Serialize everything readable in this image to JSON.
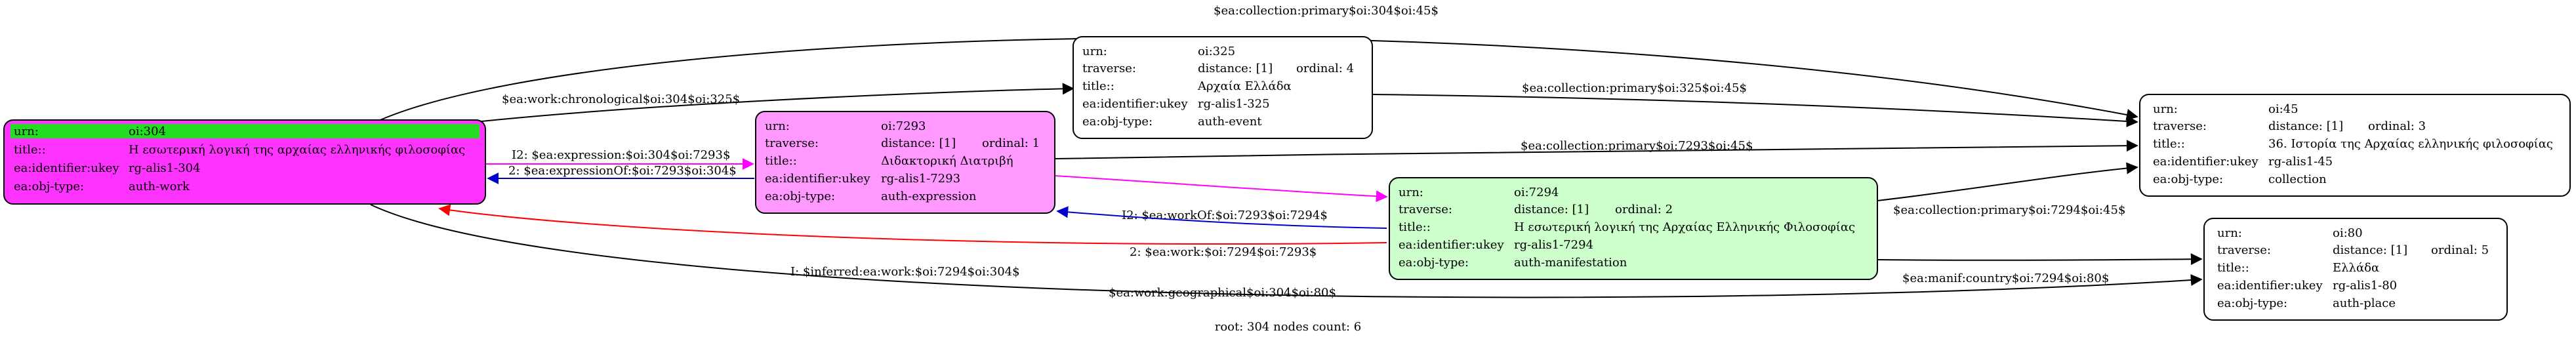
{
  "colors": {
    "root_fill": "#ff33ff",
    "root_header": "#22dd22",
    "expression_fill": "#ff99ff",
    "manifestation_fill": "#ccffcc",
    "plain_fill": "#ffffff",
    "edge_black": "#000000",
    "edge_magenta": "#ff00ff",
    "edge_blue": "#0000cc",
    "edge_red": "#ff0000"
  },
  "nodes": [
    {
      "id": "n304",
      "name": "node-oi-304",
      "rows": [
        [
          "urn:",
          "oi:304",
          ""
        ],
        [
          "title::",
          "Η εσωτερική λογική της αρχαίας ελληνικής φιλοσοφίας",
          ""
        ],
        [
          "ea:identifier:ukey",
          "rg-alis1-304",
          ""
        ],
        [
          "ea:obj-type:",
          "auth-work",
          ""
        ]
      ]
    },
    {
      "id": "n7293",
      "name": "node-oi-7293",
      "rows": [
        [
          "urn:",
          "oi:7293",
          ""
        ],
        [
          "traverse:",
          "distance: [1]",
          "ordinal: 1"
        ],
        [
          "title::",
          "Διδακτορική Διατριβή",
          ""
        ],
        [
          "ea:identifier:ukey",
          "rg-alis1-7293",
          ""
        ],
        [
          "ea:obj-type:",
          "auth-expression",
          ""
        ]
      ]
    },
    {
      "id": "n325",
      "name": "node-oi-325",
      "rows": [
        [
          "urn:",
          "oi:325",
          ""
        ],
        [
          "traverse:",
          "distance: [1]",
          "ordinal: 4"
        ],
        [
          "title::",
          "Αρχαία Ελλάδα",
          ""
        ],
        [
          "ea:identifier:ukey",
          "rg-alis1-325",
          ""
        ],
        [
          "ea:obj-type:",
          "auth-event",
          ""
        ]
      ]
    },
    {
      "id": "n7294",
      "name": "node-oi-7294",
      "rows": [
        [
          "urn:",
          "oi:7294",
          ""
        ],
        [
          "traverse:",
          "distance: [1]",
          "ordinal: 2"
        ],
        [
          "title::",
          "Η εσωτερική λογική της Αρχαίας Ελληνικής Φιλοσοφίας",
          ""
        ],
        [
          "ea:identifier:ukey",
          "rg-alis1-7294",
          ""
        ],
        [
          "ea:obj-type:",
          "auth-manifestation",
          ""
        ]
      ]
    },
    {
      "id": "n45",
      "name": "node-oi-45",
      "rows": [
        [
          "urn:",
          "oi:45",
          ""
        ],
        [
          "traverse:",
          "distance: [1]",
          "ordinal: 3"
        ],
        [
          "title::",
          "36. Ιστορία της Αρχαίας ελληνικής φιλοσοφίας",
          ""
        ],
        [
          "ea:identifier:ukey",
          "rg-alis1-45",
          ""
        ],
        [
          "ea:obj-type:",
          "collection",
          ""
        ]
      ]
    },
    {
      "id": "n80",
      "name": "node-oi-80",
      "rows": [
        [
          "urn:",
          "oi:80",
          ""
        ],
        [
          "traverse:",
          "distance: [1]",
          "ordinal: 5"
        ],
        [
          "title::",
          "Ελλάδα",
          ""
        ],
        [
          "ea:identifier:ukey",
          "rg-alis1-80",
          ""
        ],
        [
          "ea:obj-type:",
          "auth-place",
          ""
        ]
      ]
    }
  ],
  "edges": [
    {
      "id": "e1",
      "label": "$ea:collection:primary$oi:304$oi:45$",
      "color": "edge_black"
    },
    {
      "id": "e2",
      "label": "$ea:work:chronological$oi:304$oi:325$",
      "color": "edge_black"
    },
    {
      "id": "e3",
      "label": "I2: $ea:expression:$oi:304$oi:7293$",
      "color": "edge_magenta"
    },
    {
      "id": "e4",
      "label": "2: $ea:expressionOf:$oi:7293$oi:304$",
      "color": "edge_blue"
    },
    {
      "id": "e5",
      "label": "$ea:collection:primary$oi:325$oi:45$",
      "color": "edge_black"
    },
    {
      "id": "e6",
      "label": "$ea:collection:primary$oi:7293$oi:45$",
      "color": "edge_black"
    },
    {
      "id": "e7",
      "label": "I2: $ea:workOf:$oi:7293$oi:7294$",
      "color": "edge_magenta"
    },
    {
      "id": "e8",
      "label": "2: $ea:work:$oi:7294$oi:7293$",
      "color": "edge_blue"
    },
    {
      "id": "e9",
      "label": "I: $inferred:ea:work:$oi:7294$oi:304$",
      "color": "edge_red"
    },
    {
      "id": "e10",
      "label": "$ea:collection:primary$oi:7294$oi:45$",
      "color": "edge_black"
    },
    {
      "id": "e11",
      "label": "$ea:manif:country$oi:7294$oi:80$",
      "color": "edge_black"
    },
    {
      "id": "e12",
      "label": "$ea:work:geographical$oi:304$oi:80$",
      "color": "edge_black"
    }
  ],
  "footer": "root: 304 nodes count: 6"
}
